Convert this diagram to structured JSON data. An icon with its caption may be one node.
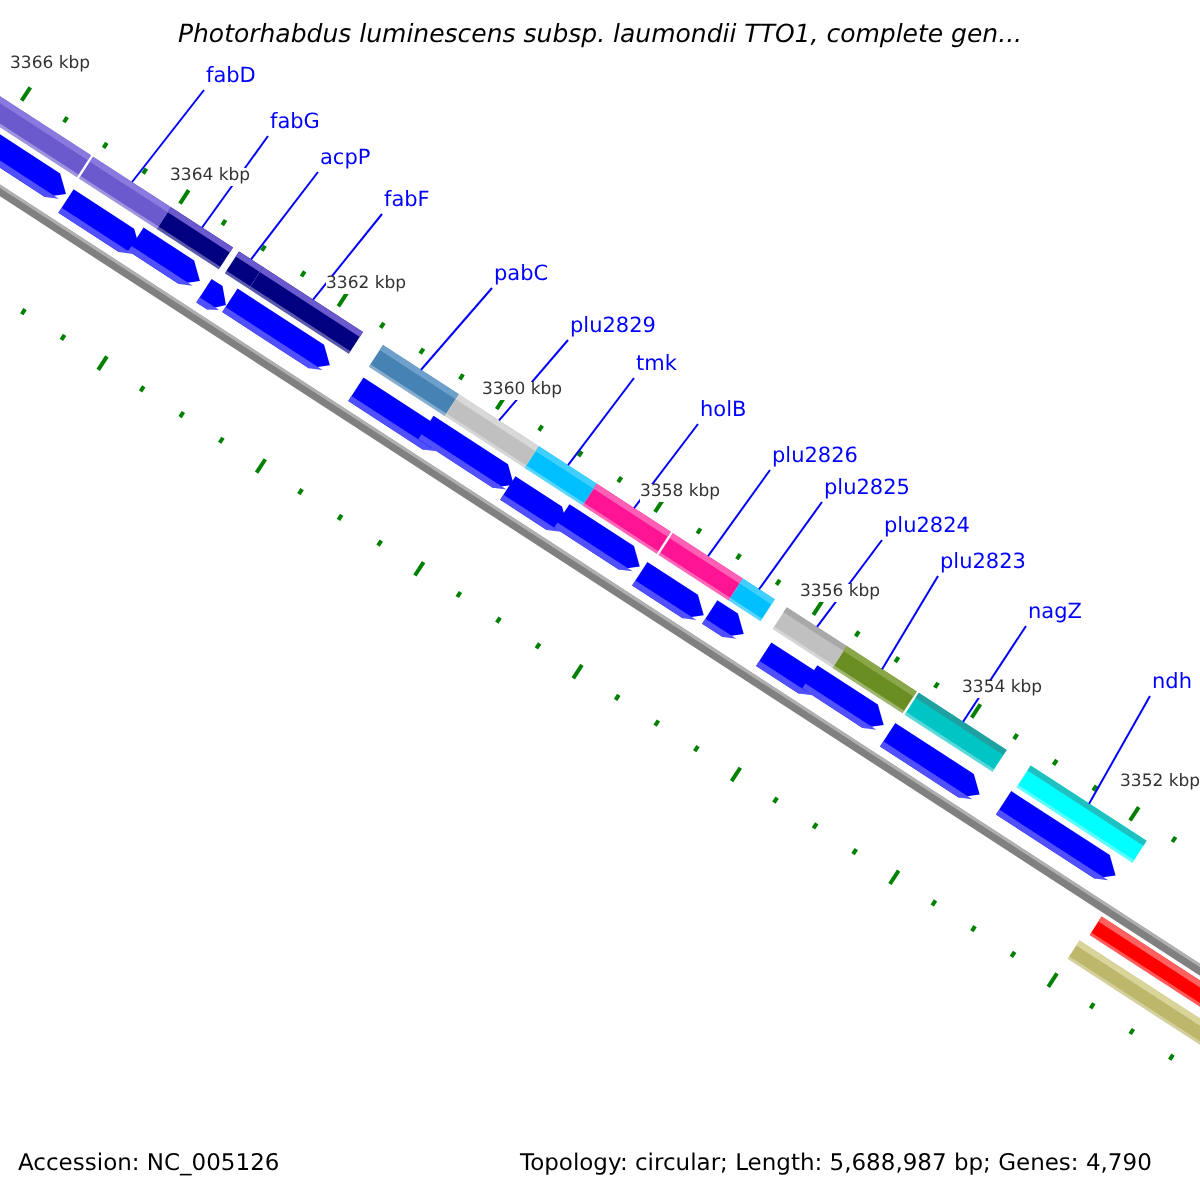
{
  "diagram": {
    "title": "Photorhabdus luminescens subsp. laumondii TTO1, complete gen...",
    "nodes": [
      {
        "text": [
          "fabD"
        ]
      },
      {
        "text": [
          "fabG"
        ]
      },
      {
        "text": [
          "acpP"
        ]
      },
      {
        "text": [
          "fabF"
        ]
      },
      {
        "text": [
          "pabC"
        ]
      },
      {
        "text": [
          "plu2829"
        ]
      },
      {
        "text": [
          "tmk"
        ]
      },
      {
        "text": [
          "holB"
        ]
      },
      {
        "text": [
          "plu2826"
        ]
      },
      {
        "text": [
          "plu2825"
        ]
      },
      {
        "text": [
          "plu2824"
        ]
      },
      {
        "text": [
          "plu2823"
        ]
      },
      {
        "text": [
          "nagZ"
        ]
      },
      {
        "text": [
          "ndh"
        ]
      },
      {
        "text": [],
        "shape": "bar"
      },
      {
        "text": [],
        "shape": "bar"
      },
      {
        "text": [],
        "shape": "bar"
      },
      {
        "text": [],
        "shape": "bar"
      },
      {
        "text": [],
        "shape": "bar"
      },
      {
        "text": [],
        "shape": "bar"
      },
      {
        "text": [],
        "shape": "bar"
      },
      {
        "text": [],
        "shape": "bar"
      },
      {
        "text": [],
        "shape": "bar"
      },
      {
        "text": [],
        "shape": "bar"
      },
      {
        "text": [],
        "shape": "bar"
      },
      {
        "text": [],
        "shape": "bar"
      },
      {
        "text": [],
        "shape": "bar"
      },
      {
        "text": [],
        "shape": "bar"
      }
    ],
    "edges": [
      {
        "from": 0,
        "to": 14,
        "arrow": "none"
      },
      {
        "from": 1,
        "to": 15,
        "arrow": "none"
      },
      {
        "from": 2,
        "to": 16,
        "arrow": "none"
      },
      {
        "from": 3,
        "to": 17,
        "arrow": "none"
      },
      {
        "from": 4,
        "to": 18,
        "arrow": "none"
      },
      {
        "from": 5,
        "to": 19,
        "arrow": "none"
      },
      {
        "from": 6,
        "to": 20,
        "arrow": "none"
      },
      {
        "from": 7,
        "to": 21,
        "arrow": "none"
      },
      {
        "from": 8,
        "to": 22,
        "arrow": "none"
      },
      {
        "from": 9,
        "to": 23,
        "arrow": "none"
      },
      {
        "from": 10,
        "to": 24,
        "arrow": "none"
      },
      {
        "from": 11,
        "to": 25,
        "arrow": "none"
      },
      {
        "from": 12,
        "to": 26,
        "arrow": "none"
      },
      {
        "from": 13,
        "to": 27,
        "arrow": "none"
      }
    ],
    "labels": [
      "3366 kbp",
      "3364 kbp",
      "3362 kbp",
      "3360 kbp",
      "3358 kbp",
      "3356 kbp",
      "3354 kbp",
      "3352 kbp",
      "Accession: NC_005126",
      "Topology: circular; Length: 5,688,987 bp; Genes: 4,790"
    ]
  }
}
